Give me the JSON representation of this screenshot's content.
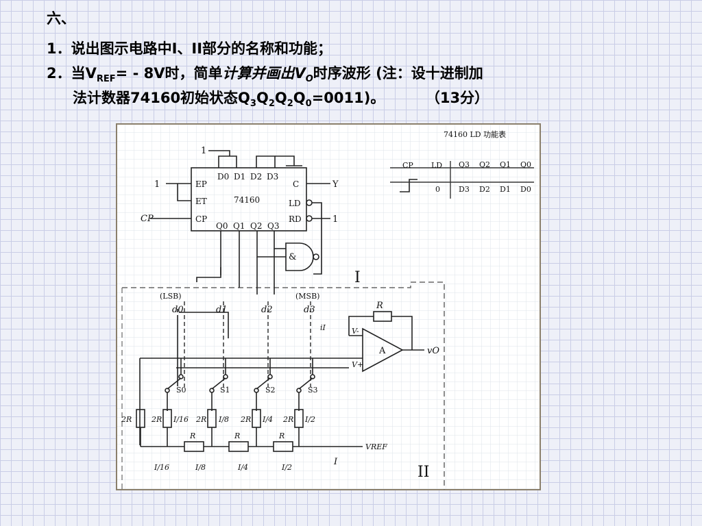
{
  "question": {
    "heading": "六、",
    "item1": "1．说出图示电路中I、II部分的名称和功能；",
    "item2_prefix": "2．当V",
    "item2_sub_ref": "REF",
    "item2_after_ref": "= - 8V时，简单",
    "item2_italic": "计算并画出V",
    "item2_sub_o": "O",
    "item2_rest": "时序波形 (注：设十进制加",
    "item3_text": "法计数器74160初始状态Q",
    "item3_sub3": "3",
    "item3_q2a": "Q",
    "item3_sub2a": "2",
    "item3_q2b": "Q",
    "item3_sub2b": "2",
    "item3_q0": "Q",
    "item3_sub0": "0",
    "item3_tail": "=0011)。",
    "item3_points": "（13分）"
  },
  "figure": {
    "table_title": "74160 LD 功能表",
    "table_headers": [
      "CP",
      "LD",
      "Q3",
      "Q2",
      "Q1",
      "Q0"
    ],
    "table_row": [
      "0",
      "D3",
      "D2",
      "D1",
      "D0"
    ],
    "chip": {
      "name": "74160",
      "inputs_top": [
        "D0",
        "D1",
        "D2",
        "D3"
      ],
      "pins_left": [
        "EP",
        "ET",
        "CP"
      ],
      "pins_right": [
        "C",
        "LD",
        "RD"
      ],
      "outputs_bottom": [
        "Q0",
        "Q1",
        "Q2",
        "Q3"
      ]
    },
    "labels": {
      "const_top": "1",
      "ep_in": "1",
      "rd_in": "1",
      "cp_in": "CP",
      "carry_out": "Y",
      "and_gate": "&",
      "part_one": "I",
      "part_two": "II",
      "lsb": "(LSB)",
      "msb": "(MSB)",
      "bits": [
        "d0",
        "d1",
        "d2",
        "d3"
      ],
      "switches": [
        "S0",
        "S1",
        "S2",
        "S3"
      ],
      "feedback_r": "R",
      "iI": "iI",
      "v_minus": "V-",
      "v_plus": "V+",
      "amp": "A",
      "vo": "vO",
      "r2": "2R",
      "r1": "R",
      "branch_currents": [
        "I/16",
        "I/8",
        "I/4",
        "I/2"
      ],
      "bottom_currents": [
        "I/16",
        "I/8",
        "I/4",
        "I/2"
      ],
      "total_current": "I",
      "vref": "VREF"
    }
  }
}
